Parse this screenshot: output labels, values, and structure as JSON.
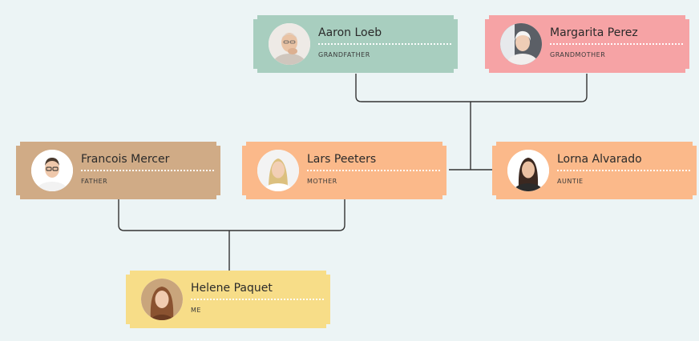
{
  "people": [
    {
      "key": "aaron",
      "name": "Aaron Loeb",
      "role": "GRANDFATHER",
      "color": "#a8cebf",
      "avatar": "elderly-man-portrait"
    },
    {
      "key": "margarita",
      "name": "Margarita Perez",
      "role": "GRANDMOTHER",
      "color": "#f6a3a5",
      "avatar": "elderly-woman-portrait"
    },
    {
      "key": "francois",
      "name": "Francois Mercer",
      "role": "FATHER",
      "color": "#d0ab86",
      "avatar": "man-with-glasses-portrait"
    },
    {
      "key": "lars",
      "name": "Lars Peeters",
      "role": "MOTHER",
      "color": "#fbb98a",
      "avatar": "blonde-woman-portrait"
    },
    {
      "key": "lorna",
      "name": "Lorna Alvarado",
      "role": "AUNTIE",
      "color": "#fbb98a",
      "avatar": "dark-haired-woman-portrait"
    },
    {
      "key": "helene",
      "name": "Helene Paquet",
      "role": "ME",
      "color": "#f7dd88",
      "avatar": "young-woman-portrait"
    }
  ],
  "connector_color": "#333333",
  "background_color": "#ecf4f5"
}
